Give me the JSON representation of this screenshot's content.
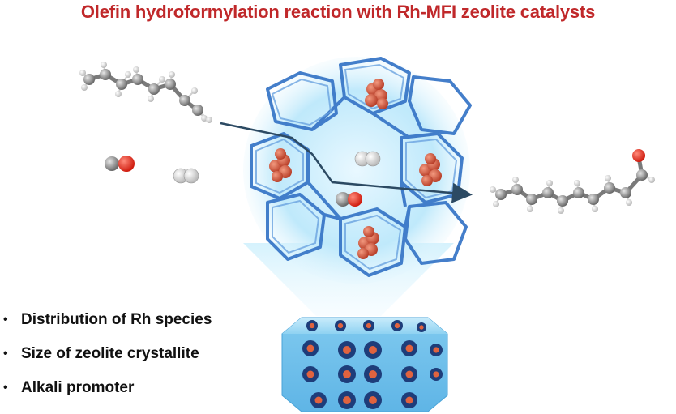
{
  "title": "Olefin hydroformylation reaction with Rh-MFI zeolite catalysts",
  "factors": [
    "Distribution of Rh species",
    "Size of zeolite crystallite",
    "Alkali promoter"
  ],
  "colors": {
    "title": "#c0282a",
    "framework": "#3a78c8",
    "rh": "#d9573a",
    "oxygen": "#e52a1d",
    "carbon": "#8a8a8a",
    "hydrogen": "#f2f2f2",
    "pore_glow": "#bfe9fb"
  },
  "icons": [
    "rh-cluster-icon",
    "co-molecule-icon",
    "h2-molecule-icon",
    "olefin-molecule-icon",
    "aldehyde-molecule-icon",
    "zeolite-crystal-icon",
    "arrow-icon"
  ]
}
